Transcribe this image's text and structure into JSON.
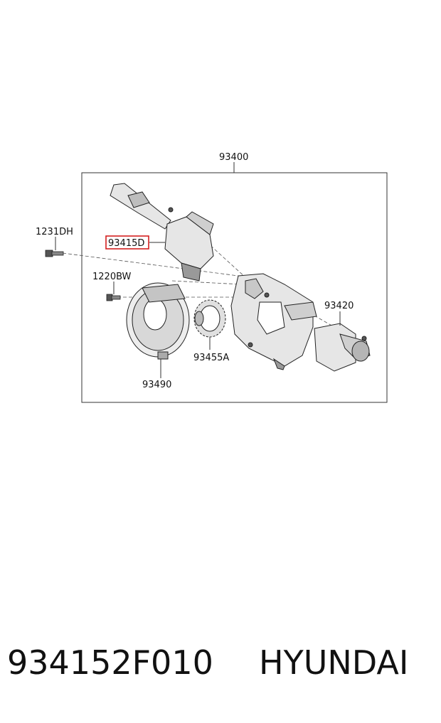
{
  "diagram": {
    "labels": {
      "assembly": "93400",
      "bolt_1231dh": "1231DH",
      "highlighted_part": "93415D",
      "screw_1220bw": "1220BW",
      "switch_93420": "93420",
      "ring_93455a": "93455A",
      "clock_spring_93490": "93490"
    },
    "highlight_color": "#d42020"
  },
  "footer": {
    "part_number": "934152F010",
    "brand": "HYUNDAI"
  }
}
